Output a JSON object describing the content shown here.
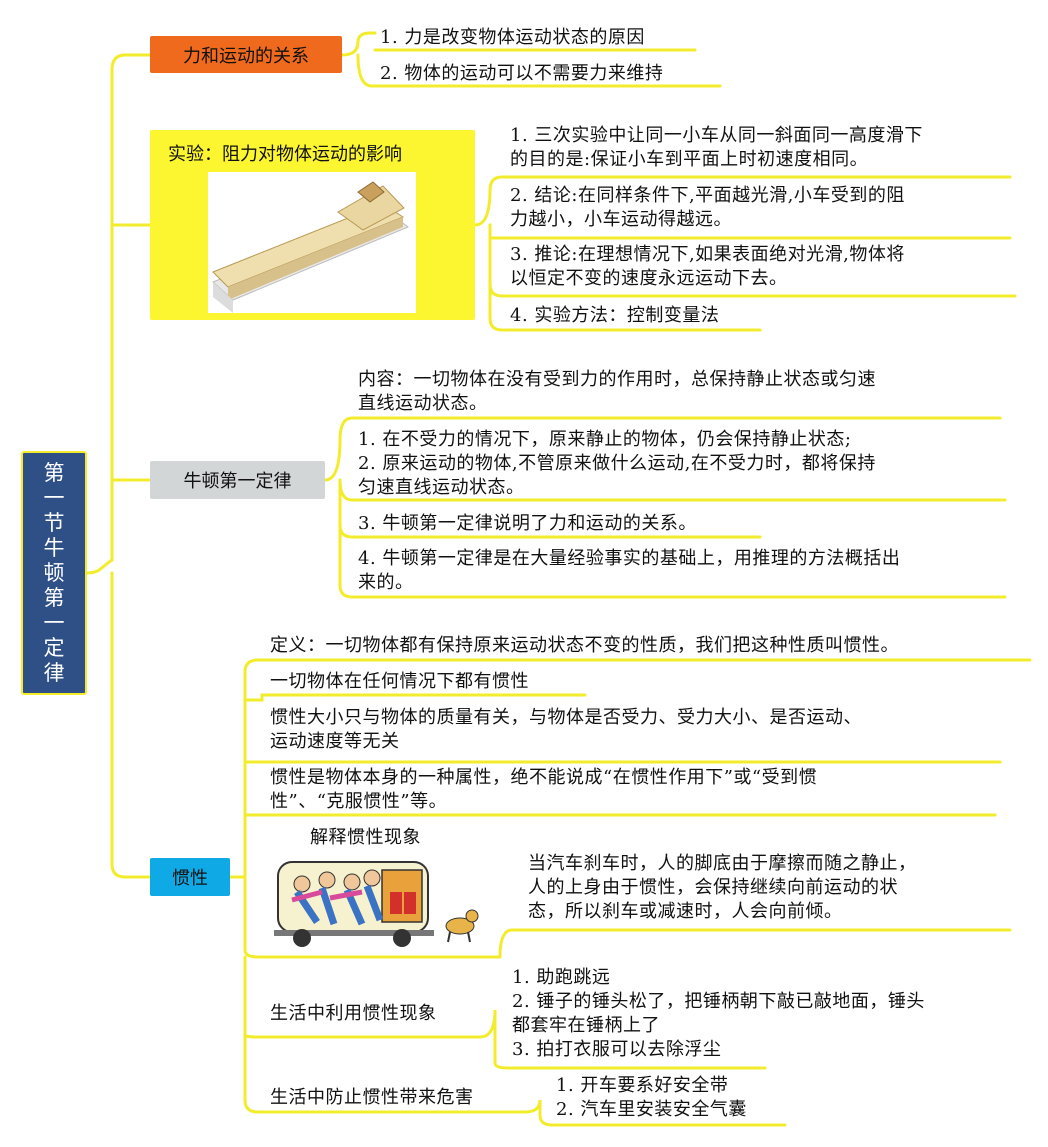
{
  "root": {
    "title": "第一节牛顿第一定律",
    "chars": [
      "第",
      "一",
      "节",
      "牛",
      "顿",
      "第",
      "一",
      "定",
      "律"
    ]
  },
  "colors": {
    "connector": "#f3ec2c",
    "root_bg": "#2f5086",
    "branch1": "#f06a1e",
    "branch2": "#fbf62f",
    "branch3": "#d3d6d6",
    "branch4": "#0fa9e6"
  },
  "branch1": {
    "label": "力和运动的关系",
    "items": [
      "1. 力是改变物体运动状态的原因",
      "2. 物体的运动可以不需要力来维持"
    ]
  },
  "branch2": {
    "label": "实验：阻力对物体运动的影响",
    "image": "inclined-plane-experiment",
    "items": [
      "1. 三次实验中让同一小车从同一斜面同一高度滑下\n的目的是:保证小车到平面上时初速度相同。",
      "2. 结论:在同样条件下,平面越光滑,小车受到的阻\n力越小，小车运动得越远。",
      "3. 推论:在理想情况下,如果表面绝对光滑,物体将\n以恒定不变的速度永远运动下去。",
      "4. 实验方法：控制变量法"
    ]
  },
  "branch3": {
    "label": "牛顿第一定律",
    "content": "内容：一切物体在没有受到力的作用时，总保持静止状态或匀速\n直线运动状态。",
    "items": [
      "1. 在不受力的情况下，原来静止的物体，仍会保持静止状态;\n2. 原来运动的物体,不管原来做什么运动,在不受力时，都将保持\n匀速直线运动状态。",
      "3. 牛顿第一定律说明了力和运动的关系。",
      "4. 牛顿第一定律是在大量经验事实的基础上，用推理的方法概括出\n来的。"
    ]
  },
  "branch4": {
    "label": "惯性",
    "definition": "定义：一切物体都有保持原来运动状态不变的性质，我们把这种性质叫惯性。",
    "items": [
      "一切物体在任何情况下都有惯性",
      "惯性大小只与物体的质量有关，与物体是否受力、受力大小、是否运动、\n运动速度等无关",
      "惯性是物体本身的一种属性，绝不能说成“在惯性作用下”或“受到惯\n性”、“克服惯性”等。"
    ],
    "explain": {
      "title": "解释惯性现象",
      "image": "bus-passengers-inertia",
      "text": "当汽车刹车时，人的脚底由于摩擦而随之静止，\n人的上身由于惯性，会保持继续向前运动的状\n态，所以刹车或减速时，人会向前倾。"
    },
    "use": {
      "label": "生活中利用惯性现象",
      "text": "1. 助跑跳远\n2. 锤子的锤头松了，把锤柄朝下敲已敲地面，锤头\n都套牢在锤柄上了\n3. 拍打衣服可以去除浮尘"
    },
    "prevent": {
      "label": "生活中防止惯性带来危害",
      "text": "1. 开车要系好安全带\n2. 汽车里安装安全气囊"
    }
  }
}
